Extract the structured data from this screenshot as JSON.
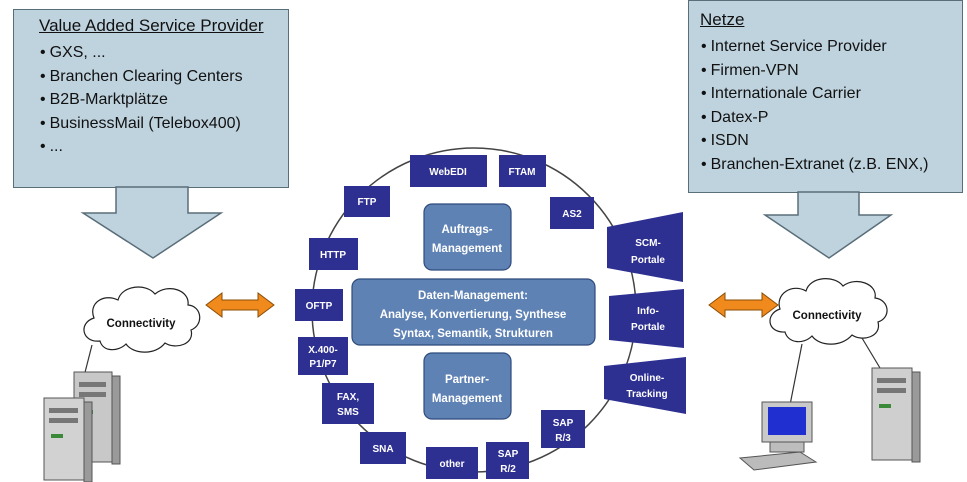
{
  "vasp": {
    "title": "Value Added Service Provider",
    "items": [
      "GXS, ...",
      "Branchen Clearing Centers",
      "B2B-Marktplätze",
      "BusinessMail (Telebox400)",
      "..."
    ]
  },
  "netze": {
    "title": "Netze",
    "items": [
      "Internet Service Provider",
      "Firmen-VPN",
      "Internationale Carrier",
      "Datex-P",
      "ISDN",
      "Branchen-Extranet (z.B. ENX,)"
    ]
  },
  "protocols": {
    "webedi": "WebEDI",
    "ftam": "FTAM",
    "as2": "AS2",
    "ftp": "FTP",
    "http": "HTTP",
    "oftp": "OFTP",
    "x400": [
      "X.400-",
      "P1/P7"
    ],
    "fax": [
      "FAX,",
      "SMS"
    ],
    "sna": "SNA",
    "other": "other",
    "sapr2": [
      "SAP",
      "R/2"
    ],
    "sapr3": [
      "SAP",
      "R/3"
    ]
  },
  "portals": {
    "scm": [
      "SCM-",
      "Portale"
    ],
    "info": [
      "Info-",
      "Portale"
    ],
    "online": [
      "Online-",
      "Tracking"
    ]
  },
  "management": {
    "auftrags": [
      "Auftrags-",
      "Management"
    ],
    "daten": [
      "Daten-Management:",
      "Analyse, Konvertierung, Synthese",
      "Syntax, Semantik, Strukturen"
    ],
    "partner": [
      "Partner-",
      "Management"
    ]
  },
  "connectivity": {
    "left": "Connectivity",
    "right": "Connectivity"
  },
  "colors": {
    "callout": "#bfd3df",
    "protocol_box": "#2d2f91",
    "management_box": "#5f82b4",
    "arrow": "#f08a1c"
  }
}
